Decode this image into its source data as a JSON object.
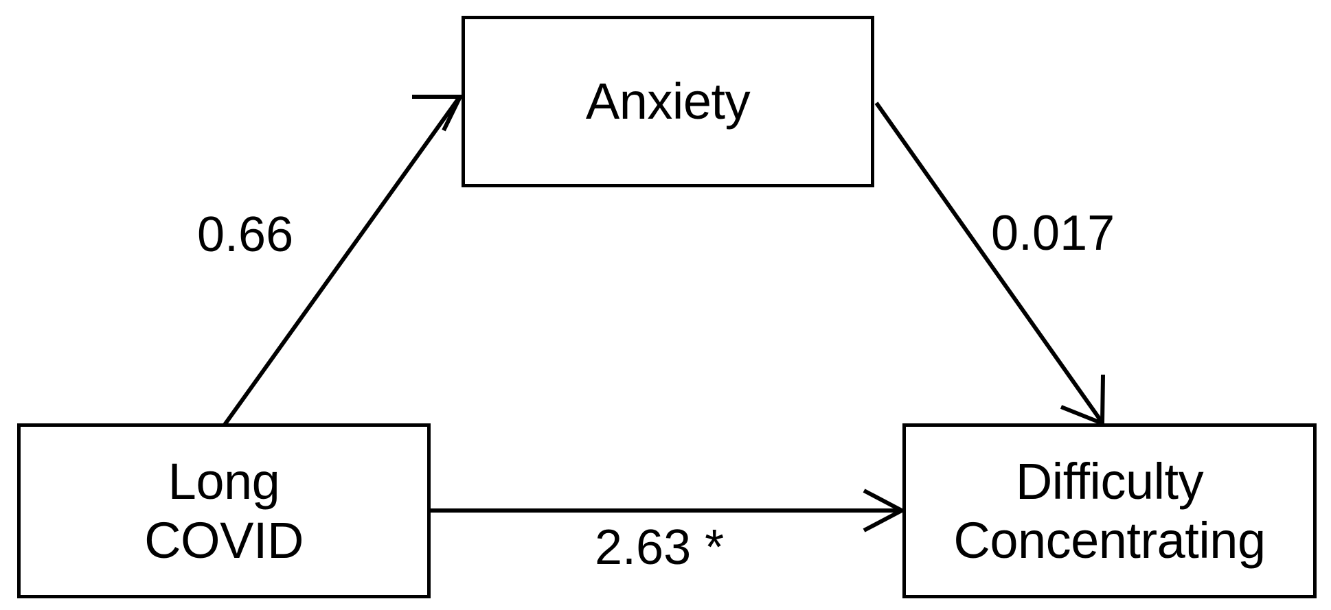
{
  "diagram": {
    "type": "mediation-path-diagram",
    "background_color": "#ffffff",
    "stroke_color": "#000000",
    "nodes": [
      {
        "id": "anxiety",
        "label": "Anxiety",
        "role": "mediator"
      },
      {
        "id": "long_covid",
        "label": "Long\nCOVID",
        "role": "predictor"
      },
      {
        "id": "difficulty_concentrating",
        "label": "Difficulty\nConcentrating",
        "role": "outcome"
      }
    ],
    "edges": [
      {
        "id": "a_path",
        "from": "long_covid",
        "to": "anxiety",
        "label": "0.66",
        "significant": false
      },
      {
        "id": "b_path",
        "from": "anxiety",
        "to": "difficulty_concentrating",
        "label": "0.017",
        "significant": false
      },
      {
        "id": "c_path",
        "from": "long_covid",
        "to": "difficulty_concentrating",
        "label": "2.63 *",
        "significant": true
      }
    ]
  },
  "chart_data": {
    "type": "diagram",
    "title": "",
    "nodes": [
      "Anxiety",
      "Long COVID",
      "Difficulty Concentrating"
    ],
    "edges": [
      {
        "source": "Long COVID",
        "target": "Anxiety",
        "value": 0.66,
        "display": "0.66"
      },
      {
        "source": "Anxiety",
        "target": "Difficulty Concentrating",
        "value": 0.017,
        "display": "0.017"
      },
      {
        "source": "Long COVID",
        "target": "Difficulty Concentrating",
        "value": 2.63,
        "display": "2.63 *"
      }
    ]
  }
}
